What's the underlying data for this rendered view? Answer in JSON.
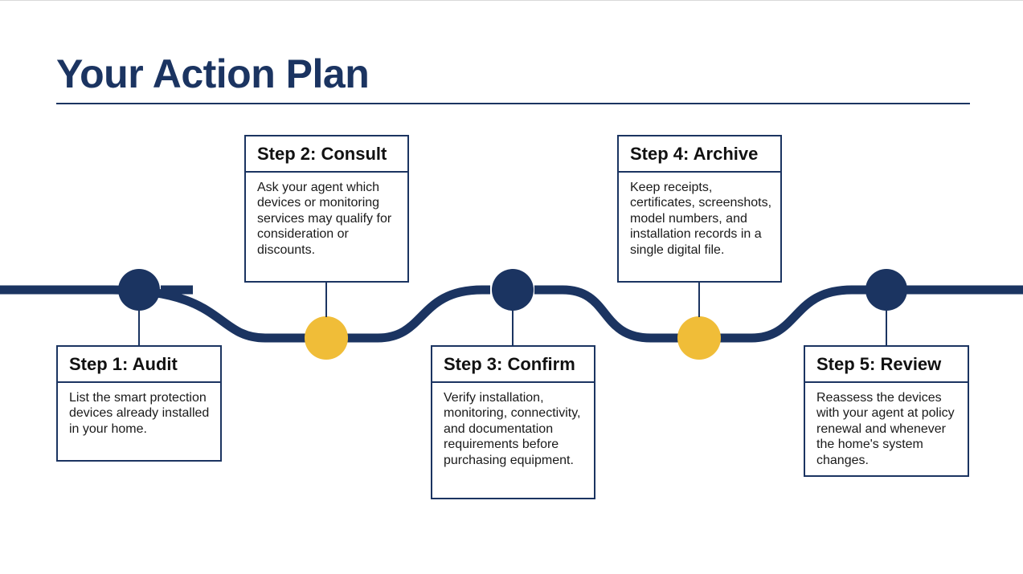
{
  "title": "Your Action Plan",
  "colors": {
    "navy": "#1b3461",
    "gold": "#f0bd38",
    "text": "#111111"
  },
  "steps": [
    {
      "title": "Step 1: Audit",
      "body": "List the smart protection devices already installed in your home."
    },
    {
      "title": "Step 2: Consult",
      "body": "Ask your agent which devices or monitoring services may qualify for consideration or discounts."
    },
    {
      "title": "Step 3: Confirm",
      "body": "Verify installation, monitoring, connectivity, and documentation requirements before purchasing equipment."
    },
    {
      "title": "Step 4: Archive",
      "body": "Keep receipts, certificates, screenshots, model numbers, and installation records in a single digital file."
    },
    {
      "title": "Step 5: Review",
      "body": "Reassess the devices with your agent at policy renewal and whenever the home's system changes."
    }
  ]
}
